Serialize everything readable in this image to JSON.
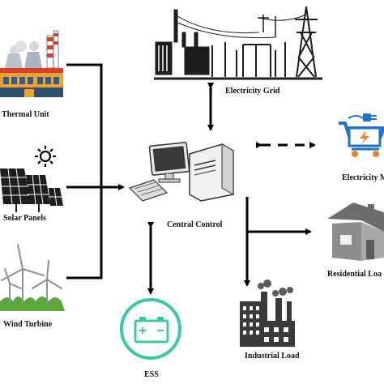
{
  "labels": {
    "thermal_unit": "Thermal Unit",
    "solar_panels": "Solar Panels",
    "wind_turbine": "Wind Turbine",
    "electricity_grid": "Electricity Grid",
    "central_control": "Central Control",
    "electricity_market": "Electricity M",
    "residential_load": "Residential Loa",
    "industrial_load": "Industrial Load",
    "ess": "ESS"
  },
  "icons": {
    "thermal": "power-plant-icon",
    "solar": "solar-panel-icon",
    "sun": "sun-icon",
    "wind": "wind-turbine-icon",
    "grid": "substation-icon",
    "control": "computer-icon",
    "market": "shopping-cart-plug-icon",
    "residential": "house-icon",
    "industrial": "factory-icon",
    "ess": "battery-icon"
  },
  "colors": {
    "line": "#000000",
    "plant_red": "#d9412b",
    "plant_orange": "#f0a22e",
    "plant_blue": "#2f5e8e",
    "grass": "#5aa83b",
    "battery": "#3cc9a8",
    "market_blue": "#1f73c9",
    "market_orange": "#f2802b",
    "dark": "#1d1d1d",
    "gray": "#6d6d6d"
  }
}
